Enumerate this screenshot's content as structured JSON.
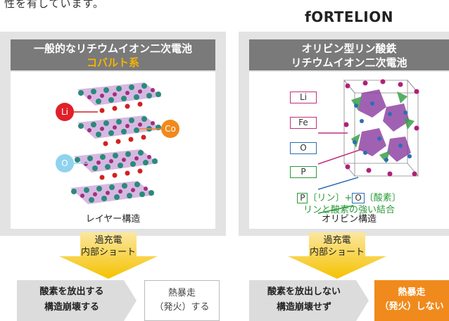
{
  "intro_text": "性を有しています。",
  "logo_text": "fORTELION",
  "left": {
    "title_line1": "一般的なリチウムイオン二次電池",
    "title_line2": "コバルト系",
    "caption": "レイヤー構造",
    "atoms": {
      "li": "Li",
      "co": "Co",
      "o": "O"
    },
    "arrow_label_1": "過充電",
    "arrow_label_2": "内部ショート",
    "step_line1": "酸素を放出する",
    "step_line2": "構造崩壊する",
    "result_line1": "熱暴走",
    "result_line2": "（発火）する"
  },
  "right": {
    "title_line1": "オリビン型リン酸鉄",
    "title_line2": "リチウムイオン二次電池",
    "labels": {
      "li": "Li",
      "fe": "Fe",
      "o": "O",
      "p": "P"
    },
    "formula_p": "P",
    "formula_p_text": "〔リン〕+",
    "formula_o": "O",
    "formula_o_text": "〔酸素〕",
    "formula_line2": "リンと酸素の強い結合",
    "caption": "オリビン構造",
    "arrow_label_1": "過充電",
    "arrow_label_2": "内部ショート",
    "step_line1": "酸素を放出しない",
    "step_line2": "構造崩壊せず",
    "result_line1": "熱暴走",
    "result_line2": "（発火）しない"
  },
  "colors": {
    "li": "#e0202a",
    "co": "#f08a1c",
    "o_left": "#8fd3ef",
    "fe": "#b0207a",
    "o_right": "#2b6fb5",
    "p": "#2a9a3a",
    "arrow": "#f5c200",
    "result_good": "#f08a1c"
  }
}
